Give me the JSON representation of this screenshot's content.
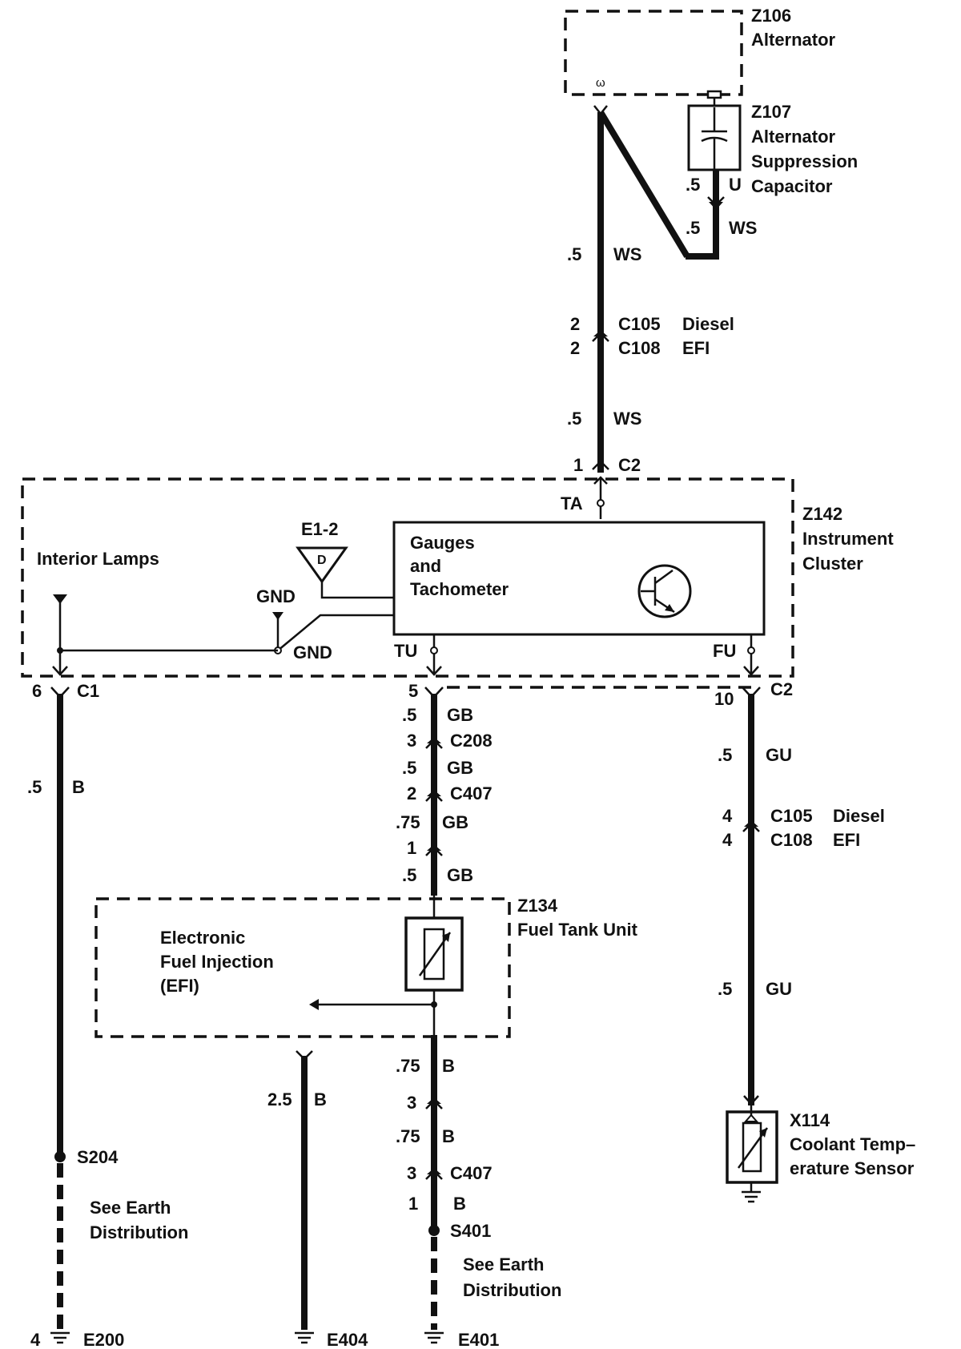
{
  "components": {
    "alternator": {
      "id": "Z106",
      "name": "Alternator",
      "terminal": "ω"
    },
    "capacitor": {
      "id": "Z107",
      "line1": "Alternator",
      "line2": "Suppression",
      "line3": "Capacitor"
    },
    "cluster": {
      "id": "Z142",
      "line1": "Instrument",
      "line2": "Cluster"
    },
    "gauges": {
      "line1": "Gauges",
      "line2": "and",
      "line3": "Tachometer"
    },
    "interior_lamps": "Interior Lamps",
    "fuel_tank": {
      "id": "Z134",
      "name": "Fuel Tank Unit"
    },
    "efi": {
      "line1": "Electronic",
      "line2": "Fuel Injection",
      "line3": "(EFI)"
    },
    "coolant": {
      "id": "X114",
      "line1": "Coolant Temp–",
      "line2": "erature Sensor"
    },
    "e12": "E1-2",
    "e12_symbol": "D"
  },
  "terminals": {
    "ta": "TA",
    "tu": "TU",
    "fu": "FU",
    "gnd1": "GND",
    "gnd2": "GND"
  },
  "wires": {
    "ws_main": {
      "size": ".5",
      "color": "WS"
    },
    "ws_cap": {
      "size": ".5",
      "color": "WS"
    },
    "u_cap": {
      "size": ".5",
      "color": "U"
    },
    "ws_lower": {
      "size": ".5",
      "color": "WS"
    },
    "b_left": {
      "size": ".5",
      "color": "B"
    },
    "gb1": {
      "size": ".5",
      "color": "GB"
    },
    "gb2": {
      "size": ".5",
      "color": "GB"
    },
    "gb3": {
      "size": ".75",
      "color": "GB"
    },
    "gb4": {
      "size": ".5",
      "color": "GB"
    },
    "b1": {
      "size": ".75",
      "color": "B"
    },
    "b2": {
      "size": ".75",
      "color": "B"
    },
    "b3": {
      "pin": "1",
      "color": "B"
    },
    "b_mid": {
      "size": "2.5",
      "color": "B"
    },
    "gu1": {
      "size": ".5",
      "color": "GU"
    },
    "gu2": {
      "size": ".5",
      "color": "GU"
    }
  },
  "connectors": {
    "c105_top": {
      "pin": "2",
      "id": "C105",
      "variant": "Diesel"
    },
    "c108_top": {
      "pin": "2",
      "id": "C108",
      "variant": "EFI"
    },
    "c2_top": {
      "pin": "1",
      "id": "C2"
    },
    "c1": {
      "pin": "6",
      "id": "C1"
    },
    "c_tu": {
      "pin": "5"
    },
    "c208": {
      "pin": "3",
      "id": "C208"
    },
    "c407a": {
      "pin": "2",
      "id": "C407"
    },
    "c_inline": {
      "pin": "1"
    },
    "c2_fu": {
      "pin": "10",
      "id": "C2"
    },
    "c105_right": {
      "pin": "4",
      "id": "C105",
      "variant": "Diesel"
    },
    "c108_right": {
      "pin": "4",
      "id": "C108",
      "variant": "EFI"
    },
    "c_b3": {
      "pin": "3"
    },
    "c407b": {
      "pin": "3",
      "id": "C407"
    }
  },
  "splices": {
    "s204": "S204",
    "s401": "S401"
  },
  "notes": {
    "earth_left": {
      "line1": "See Earth",
      "line2": "Distribution"
    },
    "earth_mid": {
      "line1": "See Earth",
      "line2": "Distribution"
    }
  },
  "grounds": {
    "e200": {
      "pin": "4",
      "id": "E200"
    },
    "e404": {
      "id": "E404"
    },
    "e401": {
      "id": "E401"
    }
  }
}
